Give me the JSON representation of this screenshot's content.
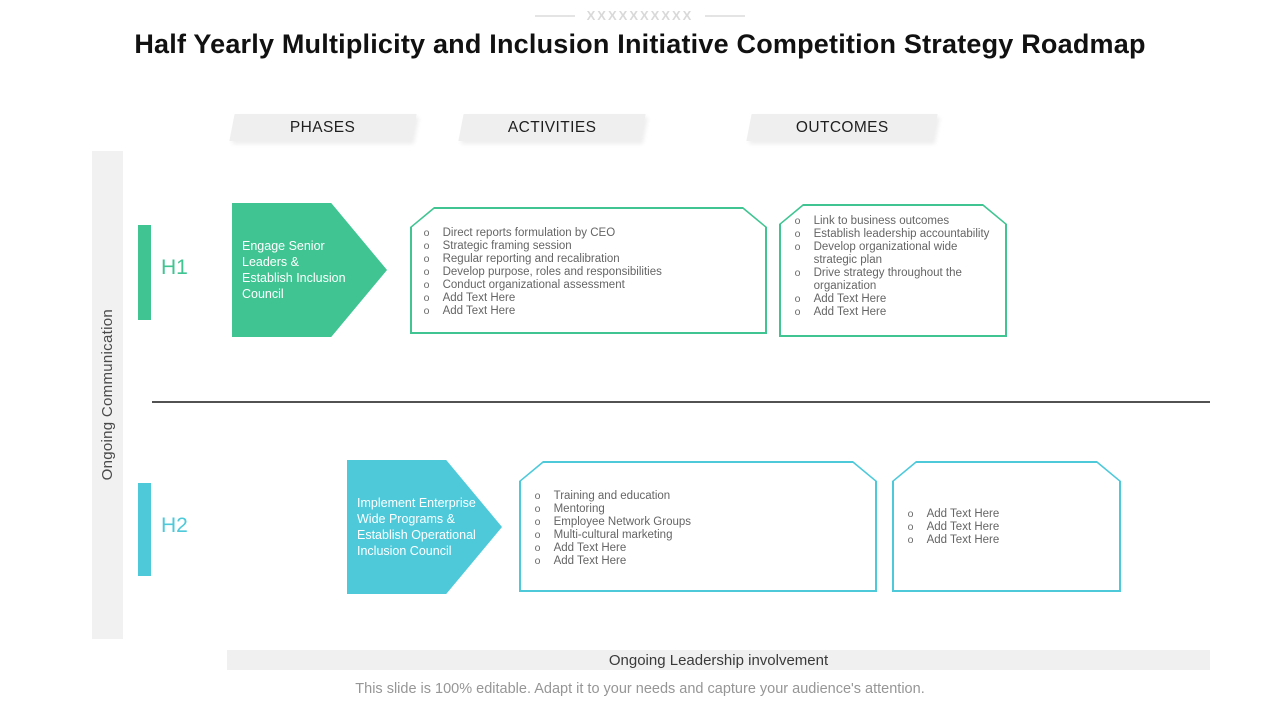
{
  "decor": {
    "top_label": "XXXXXXXXXX"
  },
  "title": "Half Yearly Multiplicity and Inclusion Initiative Competition Strategy Roadmap",
  "columns": {
    "phases": "PHASES",
    "activities": "ACTIVITIES",
    "outcomes": "OUTCOMES"
  },
  "sidebar": {
    "label": "Ongoing Communication"
  },
  "bullet_char": "o",
  "colors": {
    "h1_accent": "#3FC492",
    "h2_accent": "#4DC9DA",
    "panel_gray": "#F1F1F1",
    "banner_gray": "#EFEFEF"
  },
  "rows": [
    {
      "id": "H1",
      "phase": "Engage Senior Leaders & Establish Inclusion Council",
      "activities": [
        "Direct reports formulation by CEO",
        "Strategic framing session",
        "Regular reporting and recalibration",
        "Develop purpose, roles and responsibilities",
        "Conduct organizational assessment",
        "Add Text Here",
        "Add Text Here"
      ],
      "outcomes": [
        "Link to business outcomes",
        "Establish leadership accountability",
        "Develop organizational wide strategic plan",
        "Drive strategy throughout the organization",
        "Add Text Here",
        "Add Text Here"
      ]
    },
    {
      "id": "H2",
      "phase": "Implement Enterprise Wide Programs & Establish Operational Inclusion Council",
      "activities": [
        "Training and education",
        "Mentoring",
        "Employee  Network Groups",
        "Multi-cultural marketing",
        "Add Text Here",
        "Add Text Here"
      ],
      "outcomes": [
        "Add Text Here",
        "Add Text Here",
        "Add Text Here"
      ]
    }
  ],
  "footer": {
    "banner": "Ongoing  Leadership involvement",
    "note": "This slide is 100% editable. Adapt it to your needs and capture your audience's attention."
  }
}
